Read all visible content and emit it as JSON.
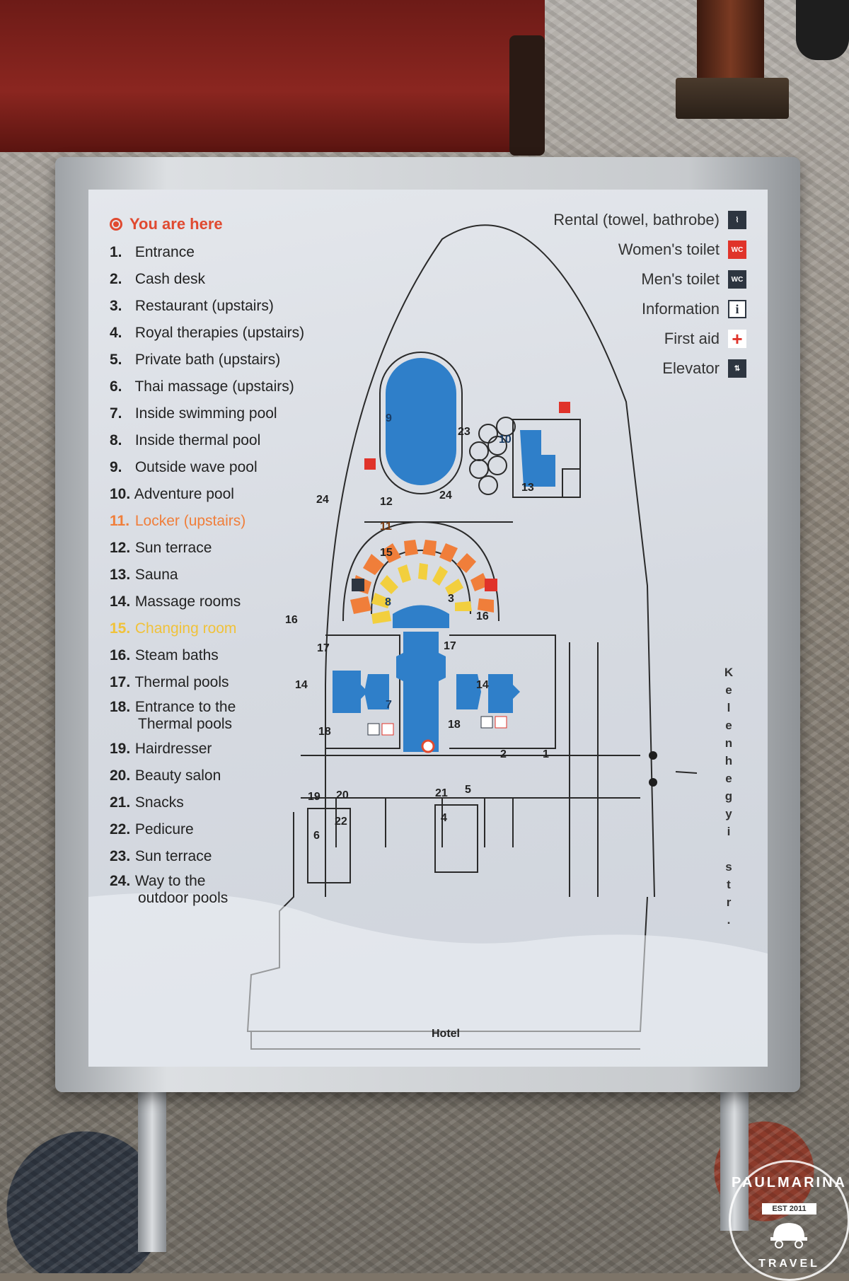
{
  "legend": {
    "you_are_here": "You are here",
    "items": [
      {
        "num": "1.",
        "label": "Entrance"
      },
      {
        "num": "2.",
        "label": "Cash desk"
      },
      {
        "num": "3.",
        "label": "Restaurant (upstairs)"
      },
      {
        "num": "4.",
        "label": "Royal therapies (upstairs)"
      },
      {
        "num": "5.",
        "label": "Private bath (upstairs)"
      },
      {
        "num": "6.",
        "label": "Thai massage (upstairs)"
      },
      {
        "num": "7.",
        "label": "Inside swimming pool"
      },
      {
        "num": "8.",
        "label": "Inside thermal pool"
      },
      {
        "num": "9.",
        "label": "Outside wave pool"
      },
      {
        "num": "10.",
        "label": "Adventure pool"
      },
      {
        "num": "11.",
        "label": "Locker (upstairs)"
      },
      {
        "num": "12.",
        "label": "Sun terrace"
      },
      {
        "num": "13.",
        "label": "Sauna"
      },
      {
        "num": "14.",
        "label": "Massage rooms"
      },
      {
        "num": "15.",
        "label": "Changing room"
      },
      {
        "num": "16.",
        "label": "Steam baths"
      },
      {
        "num": "17.",
        "label": "Thermal pools"
      },
      {
        "num": "18.",
        "label": "Entrance to the",
        "label2": "Thermal pools"
      },
      {
        "num": "19.",
        "label": "Hairdresser"
      },
      {
        "num": "20.",
        "label": "Beauty salon"
      },
      {
        "num": "21.",
        "label": "Snacks"
      },
      {
        "num": "22.",
        "label": "Pedicure"
      },
      {
        "num": "23.",
        "label": "Sun terrace"
      },
      {
        "num": "24.",
        "label": "Way to the",
        "label2": "outdoor pools"
      }
    ]
  },
  "symbols": [
    {
      "label": "Rental (towel, bathrobe)",
      "icon": "rental-icon",
      "glyph": "⌇"
    },
    {
      "label": "Women's toilet",
      "icon": "womens-toilet-icon",
      "glyph": "WC"
    },
    {
      "label": "Men's toilet",
      "icon": "mens-toilet-icon",
      "glyph": "WC"
    },
    {
      "label": "Information",
      "icon": "information-icon",
      "glyph": "i"
    },
    {
      "label": "First aid",
      "icon": "first-aid-icon",
      "glyph": "+"
    },
    {
      "label": "Elevator",
      "icon": "elevator-icon",
      "glyph": "⇅"
    }
  ],
  "map": {
    "labels": {
      "n1": "1",
      "n2": "2",
      "n3": "3",
      "n4": "4",
      "n5": "5",
      "n6": "6",
      "n7": "7",
      "n8": "8",
      "n9": "9",
      "n10": "10",
      "n11": "11",
      "n12": "12",
      "n13": "13",
      "n14a": "14",
      "n14b": "14",
      "n15": "15",
      "n16a": "16",
      "n16b": "16",
      "n17a": "17",
      "n17b": "17",
      "n18a": "18",
      "n18b": "18",
      "n19": "19",
      "n20": "20",
      "n21": "21",
      "n22": "22",
      "n23": "23",
      "n24a": "24",
      "n24b": "24"
    },
    "street": [
      "K",
      "e",
      "l",
      "e",
      "n",
      "h",
      "e",
      "g",
      "y",
      "i",
      "",
      "s",
      "t",
      "r",
      "."
    ],
    "hotel": "Hotel",
    "colors": {
      "pool": "#2f7fc9",
      "locker": "#f07e3a",
      "changing": "#f2cf3e",
      "outline": "#2a2a2a"
    }
  },
  "watermark": {
    "brand": "PAULMARINA",
    "est": "EST 2011",
    "travel": "TRAVEL"
  }
}
